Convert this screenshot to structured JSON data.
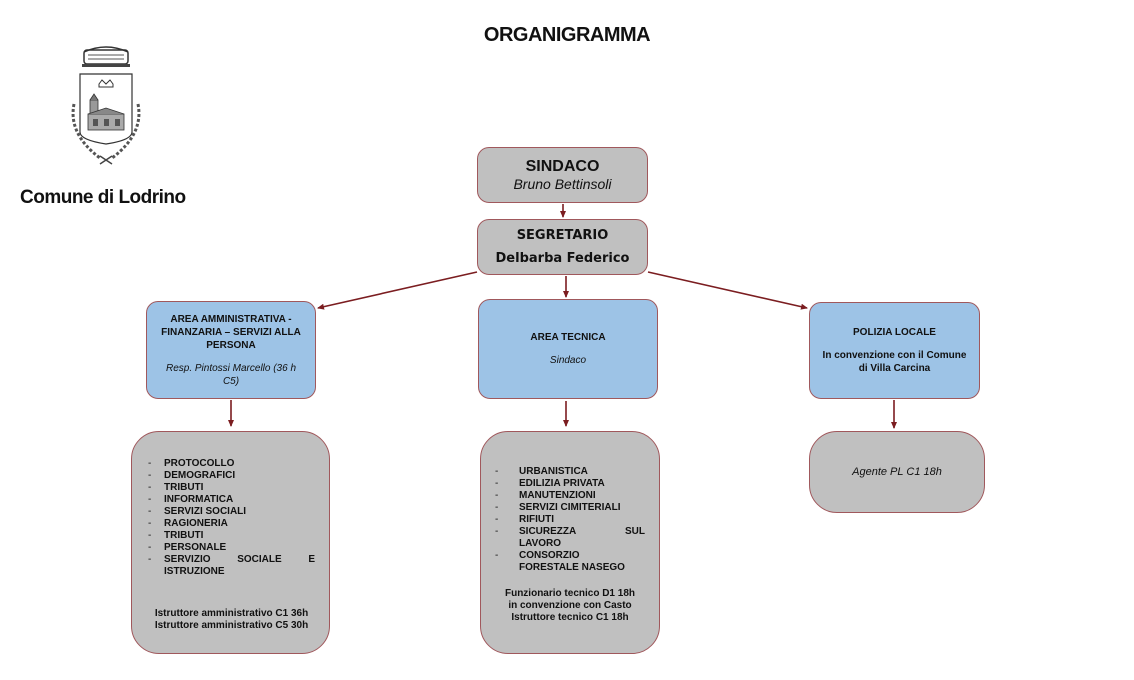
{
  "header": {
    "title": "ORGANIGRAMMA",
    "municipality": "Comune di Lodrino",
    "logo_icon": "coat-of-arms-icon"
  },
  "colors": {
    "grey_box": "#c0c0c0",
    "blue_box": "#9dc3e6",
    "connector": "#7b1d20"
  },
  "sindaco": {
    "role": "SINDACO",
    "name": "Bruno Bettinsoli"
  },
  "segretario": {
    "role": "SEGRETARIO",
    "name": "Delbarba Federico"
  },
  "areas": [
    {
      "title": "AREA AMMINISTRATIVA - FINANZARIA – SERVIZI ALLA PERSONA",
      "subtitle": "Resp. Pintossi Marcello (36 h C5)",
      "services": [
        "PROTOCOLLO",
        "DEMOGRAFICI",
        "TRIBUTI",
        "INFORMATICA",
        "SERVIZI SOCIALI",
        "RAGIONERIA",
        "TRIBUTI",
        "PERSONALE"
      ],
      "last_service": [
        "SERVIZIO",
        "SOCIALE",
        "E"
      ],
      "last_service_cont": "ISTRUZIONE",
      "staff": [
        "Istruttore amministrativo C1 36h",
        "Istruttore amministrativo C5 30h"
      ]
    },
    {
      "title": "AREA TECNICA",
      "subtitle": "Sindaco",
      "services": [
        "URBANISTICA",
        "EDILIZIA PRIVATA",
        "MANUTENZIONI",
        "SERVIZI CIMITERIALI",
        "RIFIUTI"
      ],
      "sicurezza": [
        "SICUREZZA",
        "SUL"
      ],
      "sicurezza_cont": "LAVORO",
      "consorzio": "CONSORZIO",
      "consorzio_cont": "FORESTALE NASEGO",
      "staff": [
        "Funzionario tecnico D1 18h",
        "in convenzione con Casto",
        "Istruttore tecnico C1 18h"
      ]
    },
    {
      "title": "POLIZIA LOCALE",
      "subtitle": "In convenzione con il Comune di Villa Carcina",
      "staff": [
        "Agente PL C1 18h"
      ]
    }
  ],
  "bullet": "-"
}
